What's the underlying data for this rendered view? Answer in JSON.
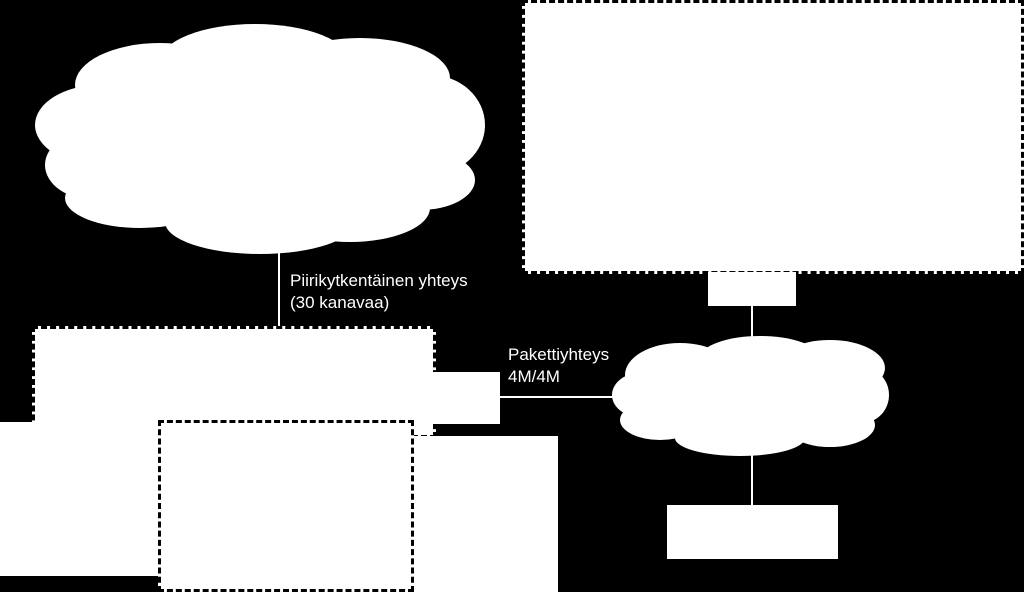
{
  "colors": {
    "background": "#000000",
    "foreground": "#ffffff"
  },
  "labels": {
    "circuit_link_line1": "Piirikytkentäinen yhteys",
    "circuit_link_line2": "(30 kanavaa)",
    "packet_link_line1": "Pakettiyhteys",
    "packet_link_line2": "4M/4M"
  }
}
